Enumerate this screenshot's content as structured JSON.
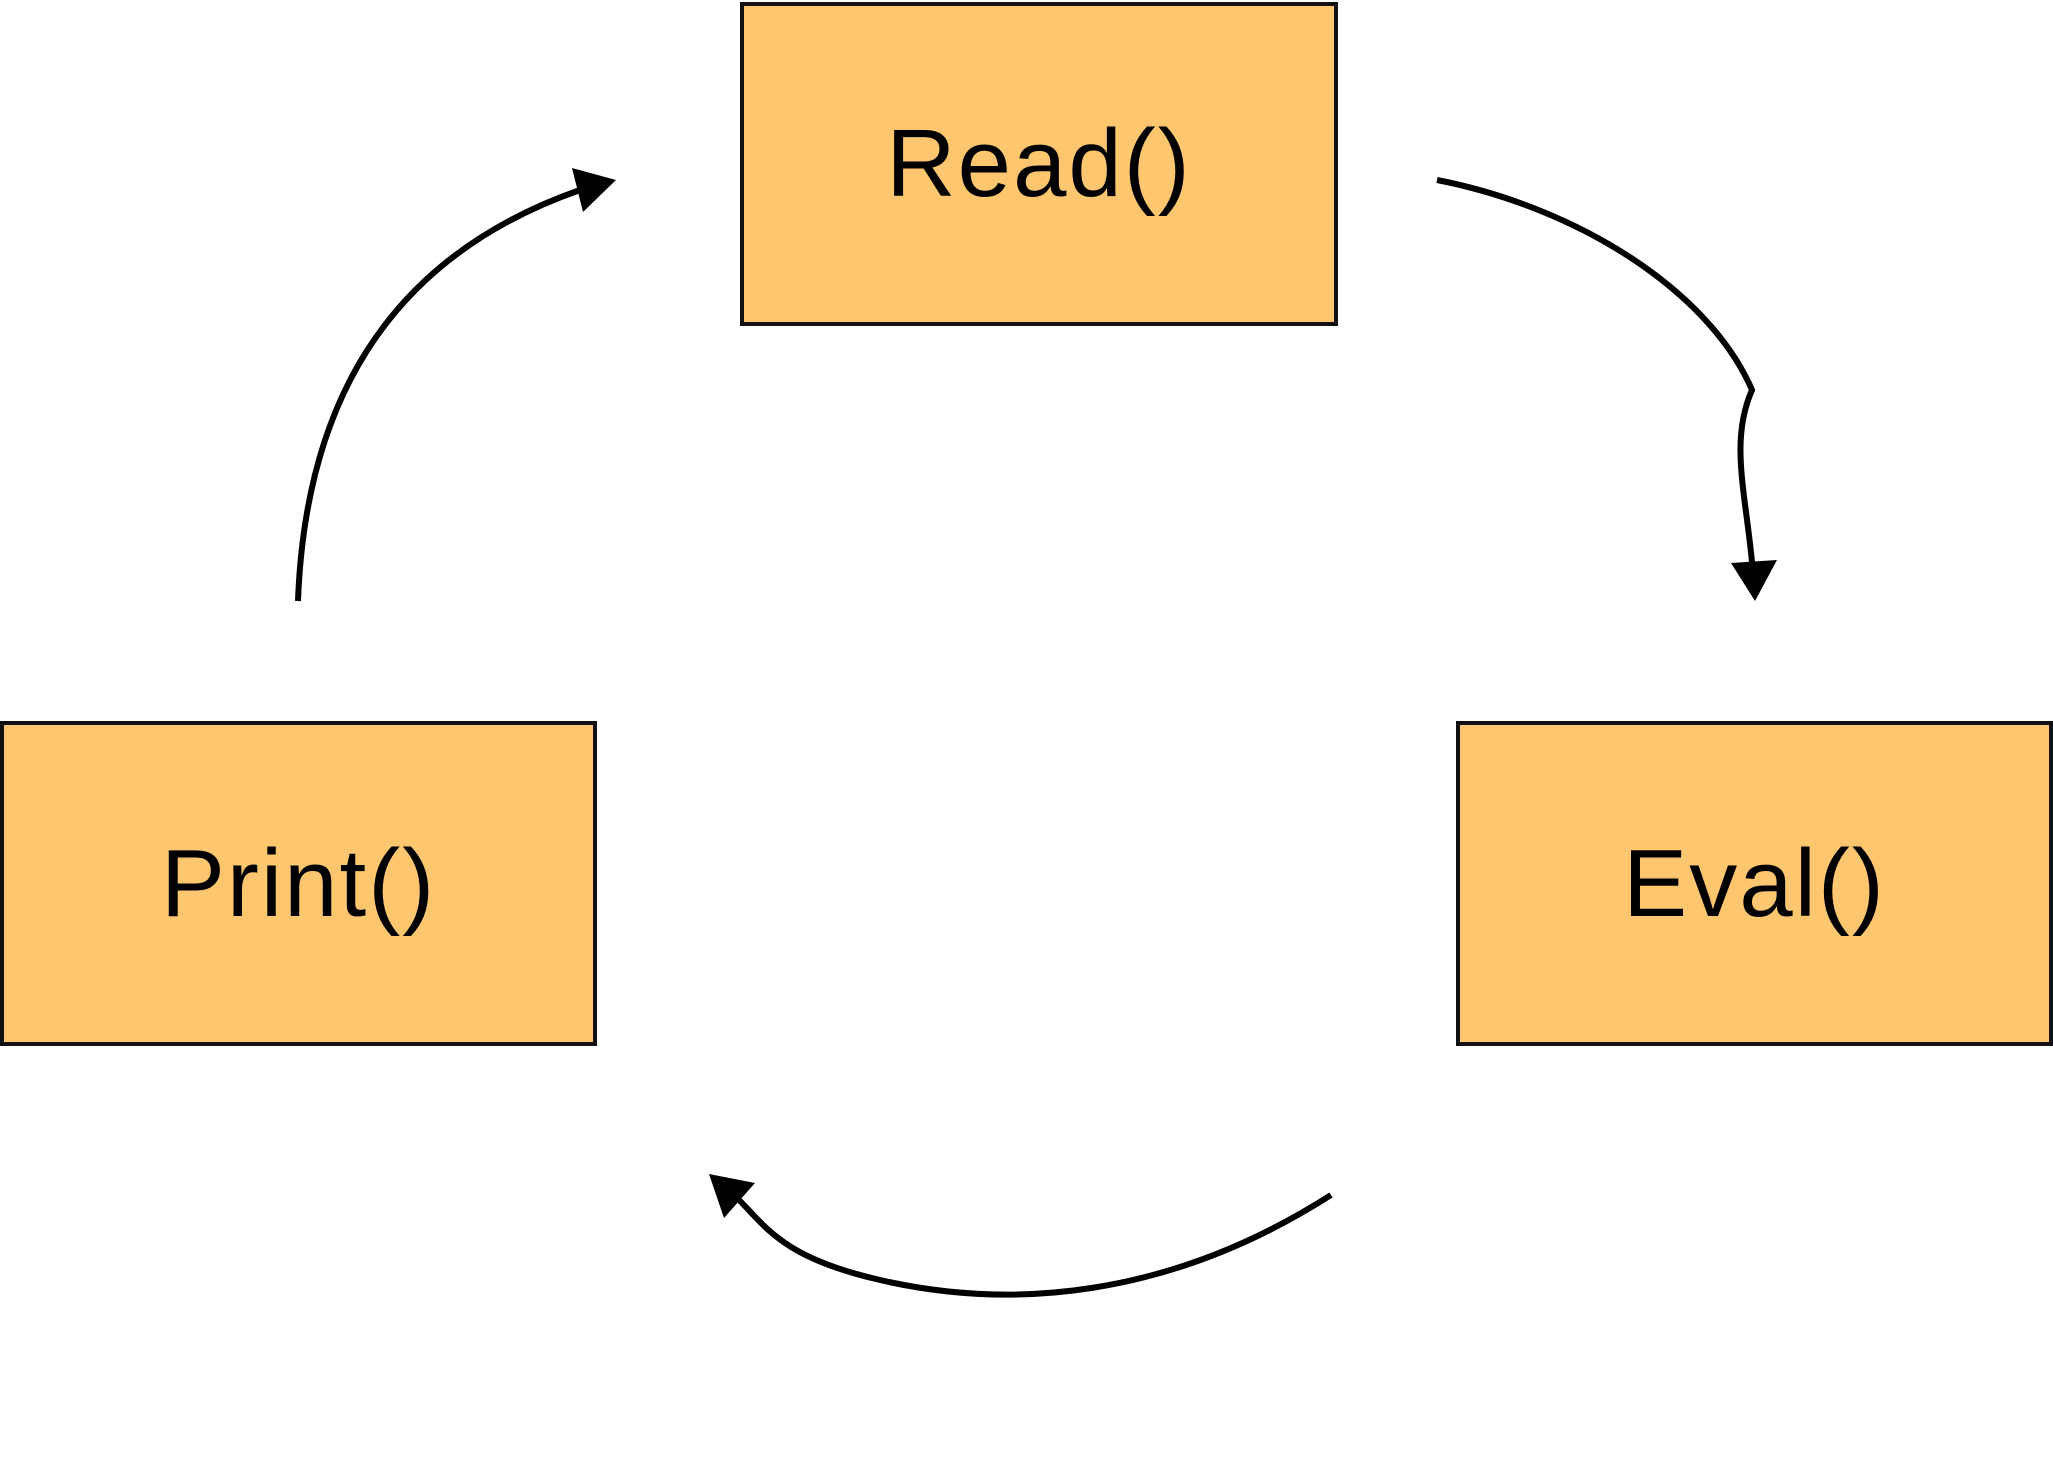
{
  "colors": {
    "node_fill": "#FEC66F",
    "node_border": "#111111",
    "arrow": "#000000",
    "background": "#FFFFFF"
  },
  "nodes": {
    "read": {
      "label": "Read()"
    },
    "eval": {
      "label": "Eval()"
    },
    "print": {
      "label": "Print()"
    }
  },
  "edges": [
    {
      "from": "Read()",
      "to": "Eval()"
    },
    {
      "from": "Eval()",
      "to": "Print()"
    },
    {
      "from": "Print()",
      "to": "Read()"
    }
  ]
}
